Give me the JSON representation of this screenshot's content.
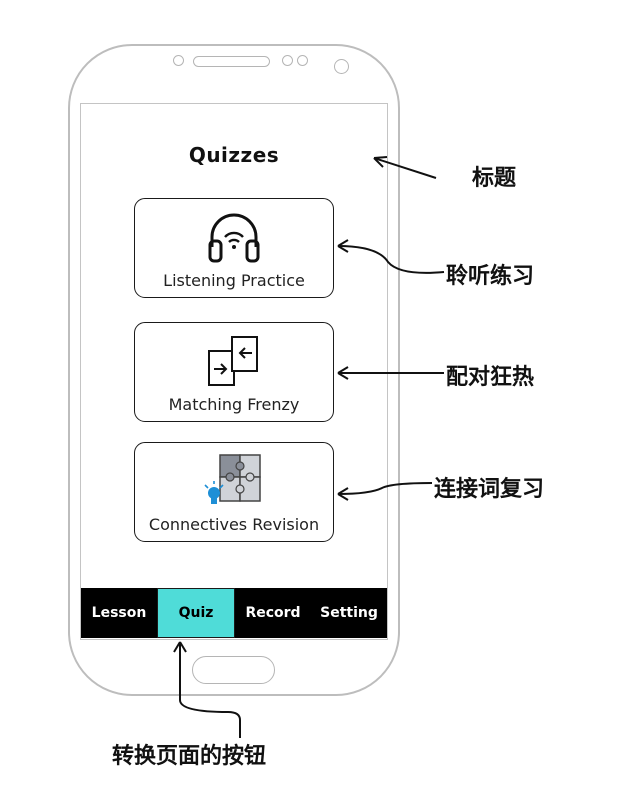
{
  "screen": {
    "title": "Quizzes"
  },
  "cards": [
    {
      "id": "listening",
      "label": "Listening Practice",
      "icon": "headphones-icon"
    },
    {
      "id": "matching",
      "label": "Matching Frenzy",
      "icon": "swap-cards-icon"
    },
    {
      "id": "connectives",
      "label": "Connectives Revision",
      "icon": "puzzle-lightbulb-icon"
    }
  ],
  "tabs": [
    {
      "label": "Lesson",
      "active": false
    },
    {
      "label": "Quiz",
      "active": true
    },
    {
      "label": "Record",
      "active": false
    },
    {
      "label": "Setting",
      "active": false
    }
  ],
  "annotations": {
    "title": "标题",
    "listening": "聆听练习",
    "matching": "配对狂热",
    "connectives": "连接词复习",
    "tab_button": "转换页面的按钮"
  },
  "colors": {
    "active_tab": "#4fdcd8",
    "tab_bar": "#000000",
    "phone_outline": "#bdbdbd",
    "bulb": "#1e8fd6"
  }
}
